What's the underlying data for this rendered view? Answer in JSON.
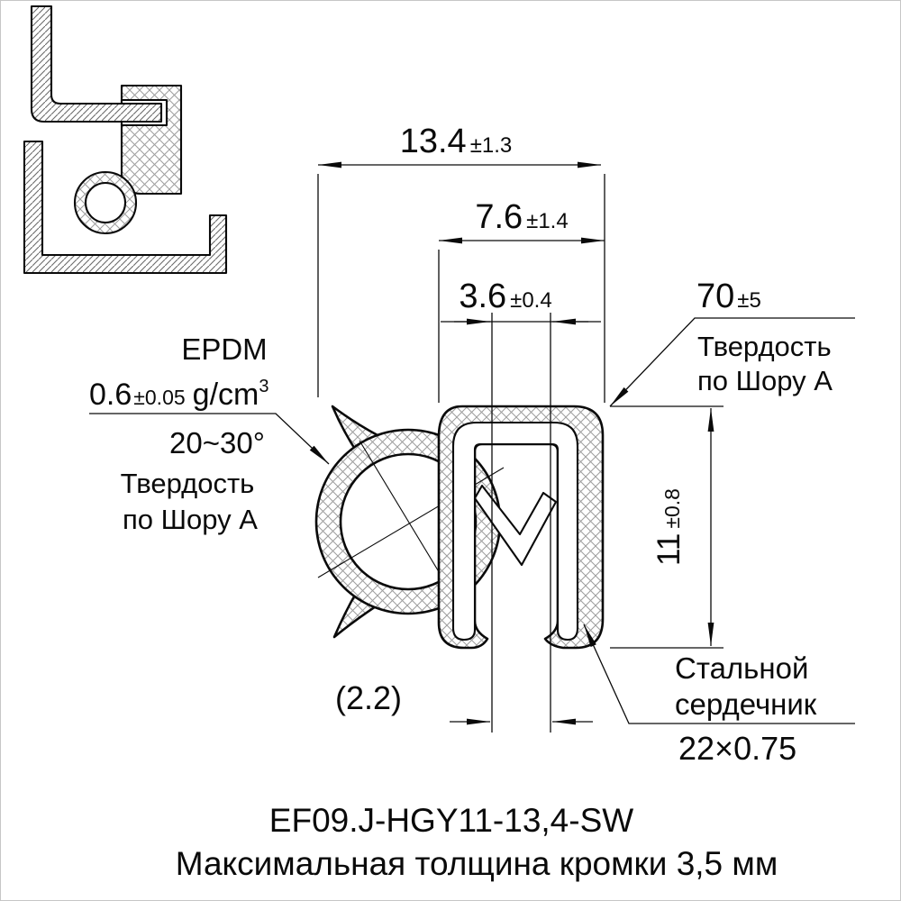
{
  "drawing": {
    "dims": {
      "overall_width": {
        "value": "13.4",
        "tol": "±1.3"
      },
      "upper_width": {
        "value": "7.6",
        "tol": "±1.4"
      },
      "inner_width": {
        "value": "3.6",
        "tol": "±0.4"
      },
      "height": {
        "value": "11",
        "tol": "±0.8"
      },
      "bottom_gap": "(2.2)",
      "hardness": {
        "value": "70",
        "tol": "±5"
      }
    },
    "labels": {
      "material": "EPDM",
      "density": {
        "value": "0.6",
        "tol": "±0.05",
        "unit": "g/cm",
        "exp": "3"
      },
      "angle": "20~30°",
      "shore_left_1": "Твердость",
      "shore_left_2": "по Шору А",
      "shore_right_1": "Твердость",
      "shore_right_2": "по Шору А",
      "steel_core_1": "Стальной",
      "steel_core_2": "сердечник",
      "steel_core_size": "22×0.75"
    },
    "footer": {
      "part_number": "EF09.J-HGY11-13,4-SW",
      "note": "Максимальная толщина кромки 3,5 мм"
    }
  }
}
